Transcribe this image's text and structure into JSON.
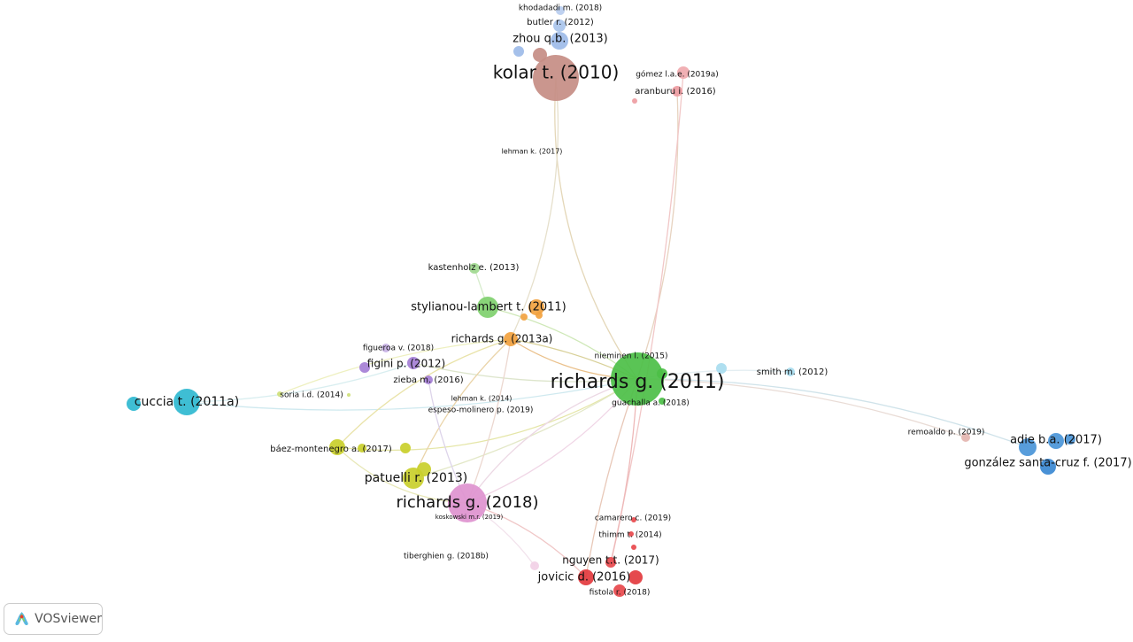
{
  "app": {
    "logo_text": "VOSviewer"
  },
  "diagram": {
    "type": "citation-network",
    "nodes": [
      {
        "label": "khodadadi m. (2018)",
        "color": "#b9cdef"
      },
      {
        "label": "butler r. (2012)",
        "color": "#a9c4ec"
      },
      {
        "label": "zhou q.b. (2013)",
        "color": "#9dbbe8"
      },
      {
        "label": "kolar t. (2010)",
        "color": "#c58d84"
      },
      {
        "label": "gómez l.a.e. (2019a)",
        "color": "#f0a9ae"
      },
      {
        "label": "aranburu i. (2016)",
        "color": "#ee9ca2"
      },
      {
        "label": "lehman k. (2017)",
        "color": "#e8e8e8"
      },
      {
        "label": "kastenholz e. (2013)",
        "color": "#9fd98f"
      },
      {
        "label": "stylianou-lambert t. (2011)",
        "color": "#7fd06e"
      },
      {
        "label": "richards g. (2013a)",
        "color": "#f2a23f"
      },
      {
        "label": "figueroa v. (2018)",
        "color": "#c9b3e6"
      },
      {
        "label": "figini p. (2012)",
        "color": "#a57fd6"
      },
      {
        "label": "zieba m. (2016)",
        "color": "#a57fd6"
      },
      {
        "label": "nieminen l. (2015)",
        "color": "#5fc65a"
      },
      {
        "label": "richards g. (2011)",
        "color": "#4cbf47"
      },
      {
        "label": "guachalla a. (2018)",
        "color": "#5fc65a"
      },
      {
        "label": "smith m. (2012)",
        "color": "#a8dcef"
      },
      {
        "label": "cuccia t. (2011a)",
        "color": "#2fb8d0"
      },
      {
        "label": "soria i.d. (2014)",
        "color": "#cfe07a"
      },
      {
        "label": "lehman k. (2014)",
        "color": "#e8e8e8"
      },
      {
        "label": "espeso-molinero p. (2019)",
        "color": "#e8e8e8"
      },
      {
        "label": "remoaldo p. (2019)",
        "color": "#e4b5b0"
      },
      {
        "label": "adie b.a. (2017)",
        "color": "#4a95d8"
      },
      {
        "label": "gonzález santa-cruz f. (2017)",
        "color": "#3a88d2"
      },
      {
        "label": "báez-montenegro a. (2017)",
        "color": "#c9cf2b"
      },
      {
        "label": "patuelli r. (2013)",
        "color": "#c9cf2b"
      },
      {
        "label": "richards g. (2018)",
        "color": "#de92cf"
      },
      {
        "label": "koskowski m.r. (2019)",
        "color": "#de92cf"
      },
      {
        "label": "camarero c. (2019)",
        "color": "#e8484c"
      },
      {
        "label": "thimm t. (2014)",
        "color": "#e8484c"
      },
      {
        "label": "tiberghien g. (2018b)",
        "color": "#f2d0e6"
      },
      {
        "label": "nguyen t.t. (2017)",
        "color": "#e8484c"
      },
      {
        "label": "jovicic d. (2016)",
        "color": "#e33a3e"
      },
      {
        "label": "fistola r. (2018)",
        "color": "#e8484c"
      }
    ]
  }
}
